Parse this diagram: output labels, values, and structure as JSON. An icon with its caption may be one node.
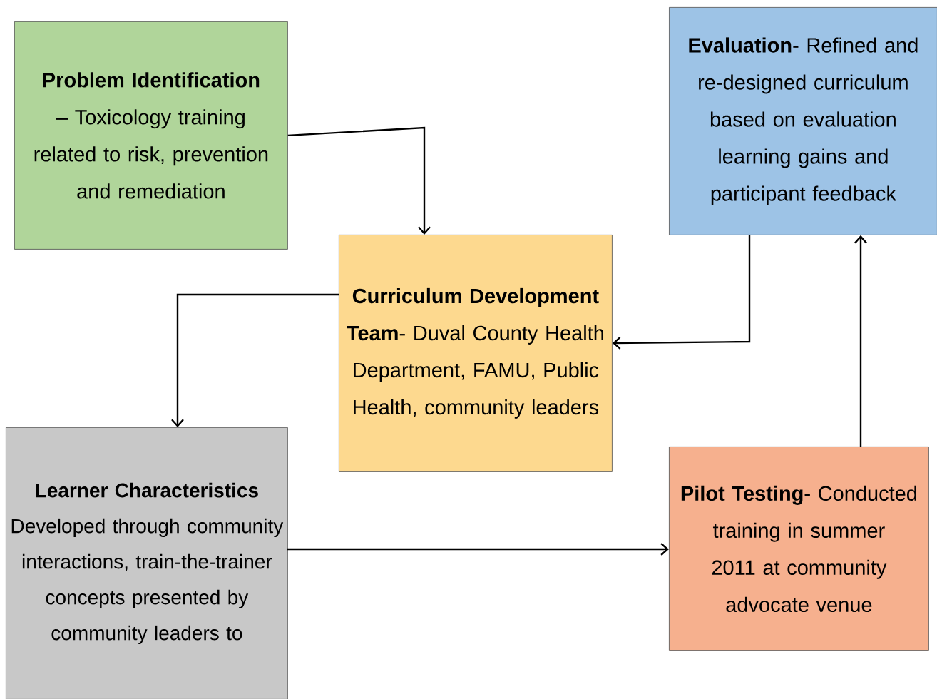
{
  "diagram": {
    "nodes": [
      {
        "text": [
          "**Problem Identification** – Toxicology training related to risk, prevention and remediation"
        ]
      },
      {
        "text": [
          "**Curriculum Development Team**- Duval County Health Department, FAMU, Public Health, community leaders"
        ]
      },
      {
        "text": [
          "**Evaluation**- Refined and re-designed curriculum based on evaluation learning gains and participant feedback"
        ]
      },
      {
        "text": [
          "**Learner Characteristics** Developed through community interactions, train-the-trainer concepts presented by community leaders to"
        ]
      },
      {
        "text": [
          "**Pilot Testing-** Conducted training in summer 2011 at community advocate venue"
        ]
      }
    ],
    "edges": [
      {
        "from": 0,
        "to": 1,
        "arrow": "to"
      },
      {
        "from": 1,
        "to": 3,
        "arrow": "to"
      },
      {
        "from": 3,
        "to": 4,
        "arrow": "to"
      },
      {
        "from": 4,
        "to": 2,
        "arrow": "to"
      },
      {
        "from": 2,
        "to": 1,
        "arrow": "to"
      }
    ]
  }
}
